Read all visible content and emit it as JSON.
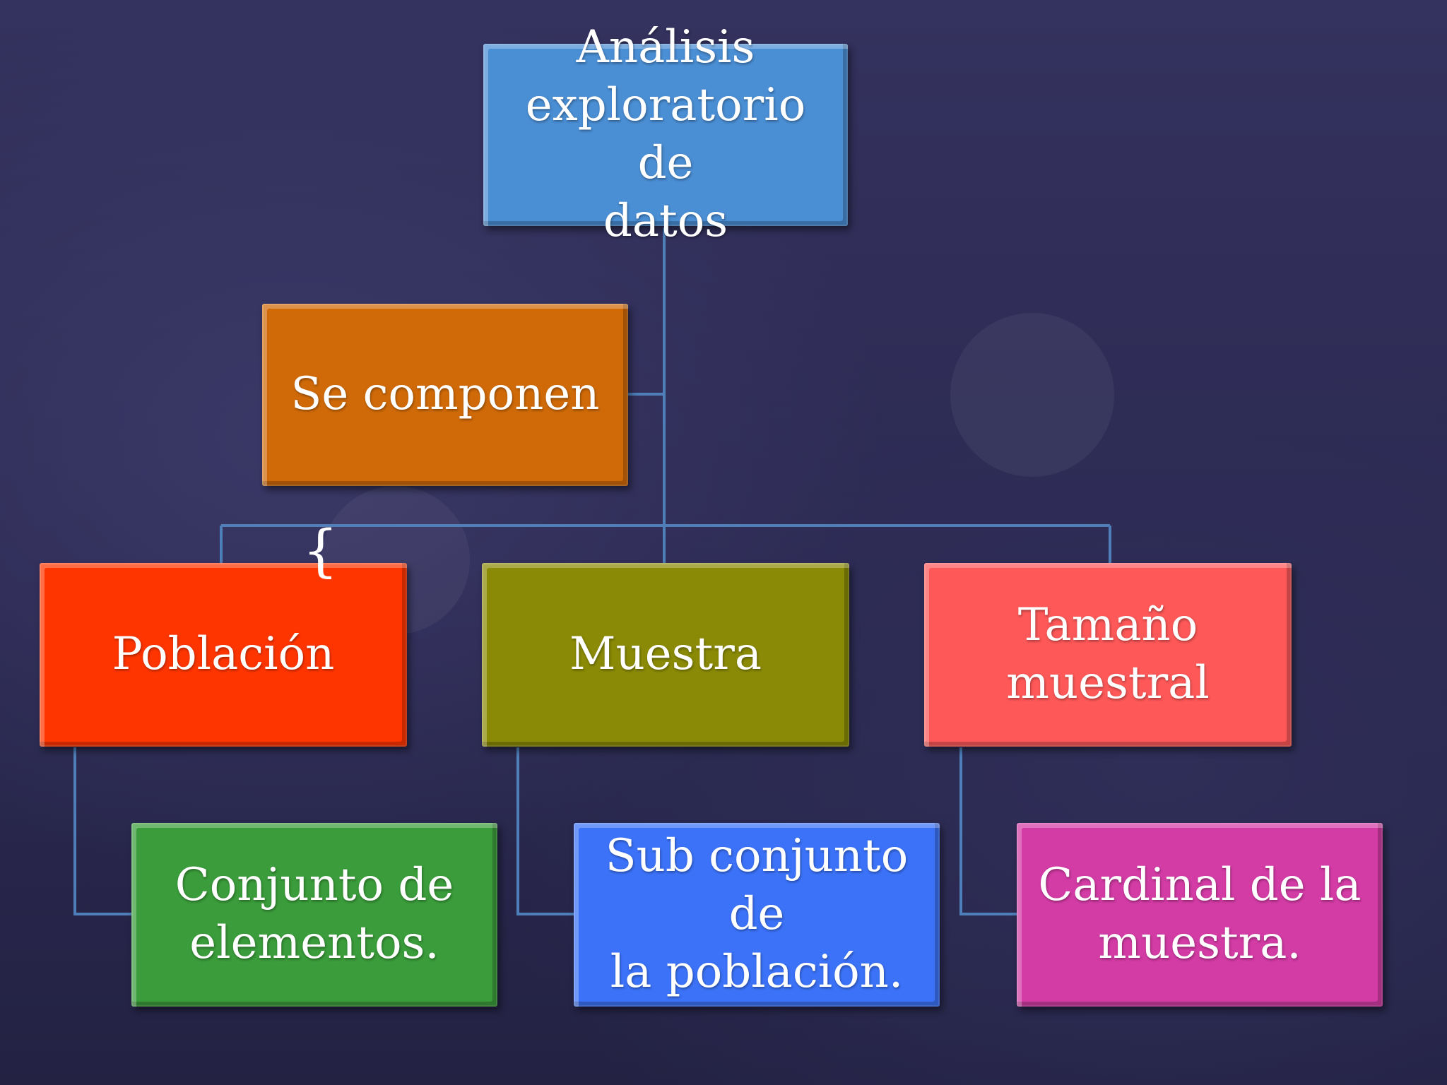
{
  "diagram": {
    "root": {
      "label": "Análisis\nexploratorio de\ndatos",
      "color": "#4a8ed4"
    },
    "assistant": {
      "label": "Se componen",
      "color": "#d06a08"
    },
    "level1": [
      {
        "label": "Población",
        "color": "#ff3500"
      },
      {
        "label": "Muestra",
        "color": "#8a8a06"
      },
      {
        "label": "Tamaño\nmuestral",
        "color": "#fe5858"
      }
    ],
    "level2": [
      {
        "label": "Conjunto de\nelementos.",
        "color": "#3a9c3a"
      },
      {
        "label": "Sub conjunto de\nla población.",
        "color": "#3b72f8"
      },
      {
        "label": "Cardinal de la\nmuestra.",
        "color": "#d33ba5"
      }
    ],
    "connector_color": "#4f7fb8",
    "stray_glyph": "{"
  }
}
